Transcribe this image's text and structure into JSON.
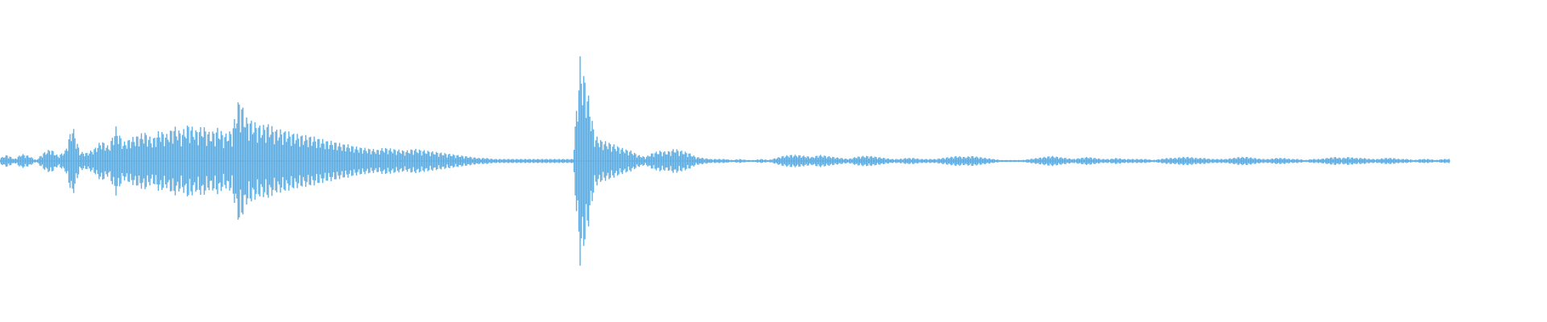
{
  "waveform": {
    "color": "#5DADE2",
    "background": "#ffffff",
    "peak_envelope": [
      0.03,
      0.06,
      0.02,
      0.07,
      0.05,
      0.01,
      0.08,
      0.12,
      0.05,
      0.1,
      0.35,
      0.09,
      0.08,
      0.12,
      0.2,
      0.14,
      0.33,
      0.18,
      0.22,
      0.25,
      0.28,
      0.21,
      0.3,
      0.26,
      0.34,
      0.28,
      0.36,
      0.3,
      0.34,
      0.27,
      0.32,
      0.26,
      0.3,
      0.62,
      0.42,
      0.38,
      0.34,
      0.36,
      0.31,
      0.3,
      0.28,
      0.26,
      0.25,
      0.24,
      0.22,
      0.2,
      0.19,
      0.17,
      0.16,
      0.14,
      0.13,
      0.12,
      0.11,
      0.13,
      0.12,
      0.11,
      0.1,
      0.12,
      0.11,
      0.1,
      0.09,
      0.08,
      0.07,
      0.06,
      0.05,
      0.04,
      0.03,
      0.03,
      0.02,
      0.02,
      0.02,
      0.02,
      0.02,
      0.02,
      0.02,
      0.02,
      0.02,
      0.02,
      0.02,
      0.02,
      1.0,
      0.7,
      0.25,
      0.2,
      0.18,
      0.15,
      0.12,
      0.1,
      0.06,
      0.04,
      0.08,
      0.1,
      0.09,
      0.12,
      0.1,
      0.08,
      0.04,
      0.03,
      0.02,
      0.02,
      0.02,
      0.01,
      0.02,
      0.01,
      0.01,
      0.02,
      0.01,
      0.03,
      0.05,
      0.06,
      0.06,
      0.05,
      0.04,
      0.06,
      0.05,
      0.04,
      0.03,
      0.02,
      0.04,
      0.05,
      0.05,
      0.04,
      0.03,
      0.02,
      0.02,
      0.03,
      0.03,
      0.02,
      0.02,
      0.02,
      0.03,
      0.04,
      0.05,
      0.04,
      0.05,
      0.04,
      0.03,
      0.02,
      0.01,
      0.01,
      0.01,
      0.01,
      0.02,
      0.03,
      0.04,
      0.05,
      0.04,
      0.03,
      0.02,
      0.03,
      0.04,
      0.03,
      0.02,
      0.02,
      0.03,
      0.02,
      0.02,
      0.02,
      0.02,
      0.01,
      0.02,
      0.03,
      0.03,
      0.04,
      0.04,
      0.03,
      0.03,
      0.02,
      0.02,
      0.02,
      0.03,
      0.04,
      0.04,
      0.03,
      0.02,
      0.02,
      0.03,
      0.03,
      0.02,
      0.02,
      0.01,
      0.02,
      0.02,
      0.03,
      0.04,
      0.03,
      0.04,
      0.03,
      0.03,
      0.02,
      0.02,
      0.03,
      0.03,
      0.02,
      0.02,
      0.01,
      0.02,
      0.02,
      0.01,
      0.02
    ]
  }
}
